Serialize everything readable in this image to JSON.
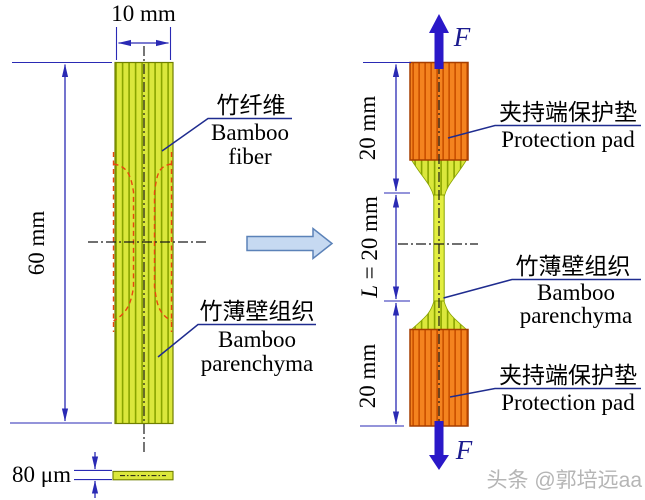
{
  "figure": {
    "description_domain": "bamboo tensile specimen preparation diagram"
  },
  "colors": {
    "specimen_fill": "#dbe73c",
    "specimen_stripe": "#8aa400",
    "specimen_border": "#707f00",
    "pad_fill": "#f4831f",
    "pad_stripe": "#cc5200",
    "pad_border": "#a63e00",
    "cut_outline_red": "#e8470f",
    "dimension_blue": "#2a2ab4",
    "leader_navy": "#1f2c8f",
    "force_arrow_blue": "#2a18c8",
    "transform_arrow_fill": "#c6d9f1",
    "transform_arrow_border": "#5b82b8",
    "watermark_gray": "#b5b5b5"
  },
  "left_view": {
    "width_dim_label": "10 mm",
    "length_dim_label": "60 mm",
    "thickness_dim_label": "80 μm",
    "fiber_callout": {
      "zh": "竹纤维",
      "en_line1": "Bamboo",
      "en_line2": "fiber"
    },
    "parenchyma_callout": {
      "zh": "竹薄壁组织",
      "en_line1": "Bamboo",
      "en_line2": "parenchyma"
    }
  },
  "right_view": {
    "top_grip_dim_label": "20 mm",
    "gauge_dim_label_italic": "L",
    "gauge_dim_label_rest": " = 20 mm",
    "bottom_grip_dim_label": "20 mm",
    "force_label_top": "F",
    "force_label_bottom": "F",
    "top_pad_callout": {
      "zh": "夹持端保护垫",
      "en": "Protection pad"
    },
    "parenchyma_callout": {
      "zh": "竹薄壁组织",
      "en_line1": "Bamboo",
      "en_line2": "parenchyma"
    },
    "bottom_pad_callout": {
      "zh": "夹持端保护垫",
      "en": "Protection pad"
    }
  },
  "watermark": "头条 @郭培远aa"
}
